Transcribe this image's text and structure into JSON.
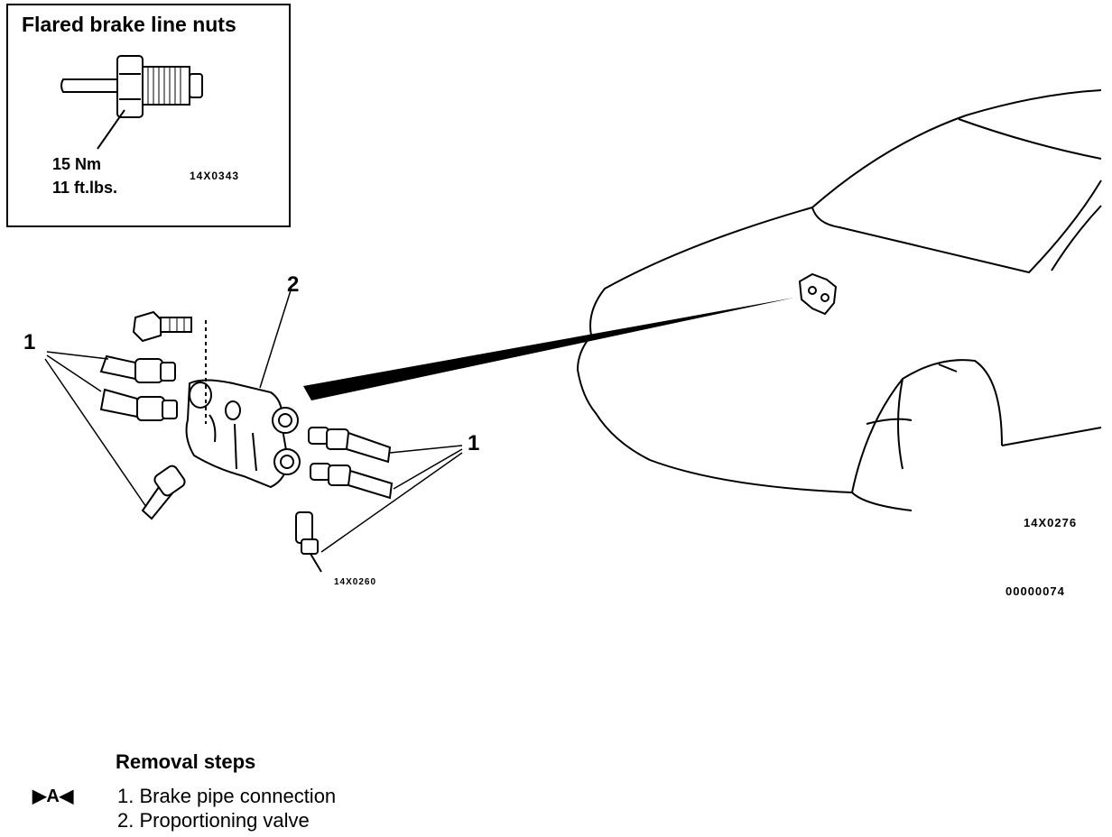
{
  "inset": {
    "title": "Flared brake line nuts",
    "torque_nm": "15 Nm",
    "torque_ftlbs": "11 ft.lbs.",
    "code": "14X0343"
  },
  "callouts": {
    "left_1": "1",
    "top_2": "2",
    "right_1": "1"
  },
  "codes": {
    "valve_code": "14X0260",
    "car_code": "14X0276",
    "doc_code": "00000074"
  },
  "removal": {
    "title": "Removal steps",
    "marker": "▶A◀",
    "steps": [
      "1. Brake pipe connection",
      "2. Proportioning valve"
    ]
  }
}
